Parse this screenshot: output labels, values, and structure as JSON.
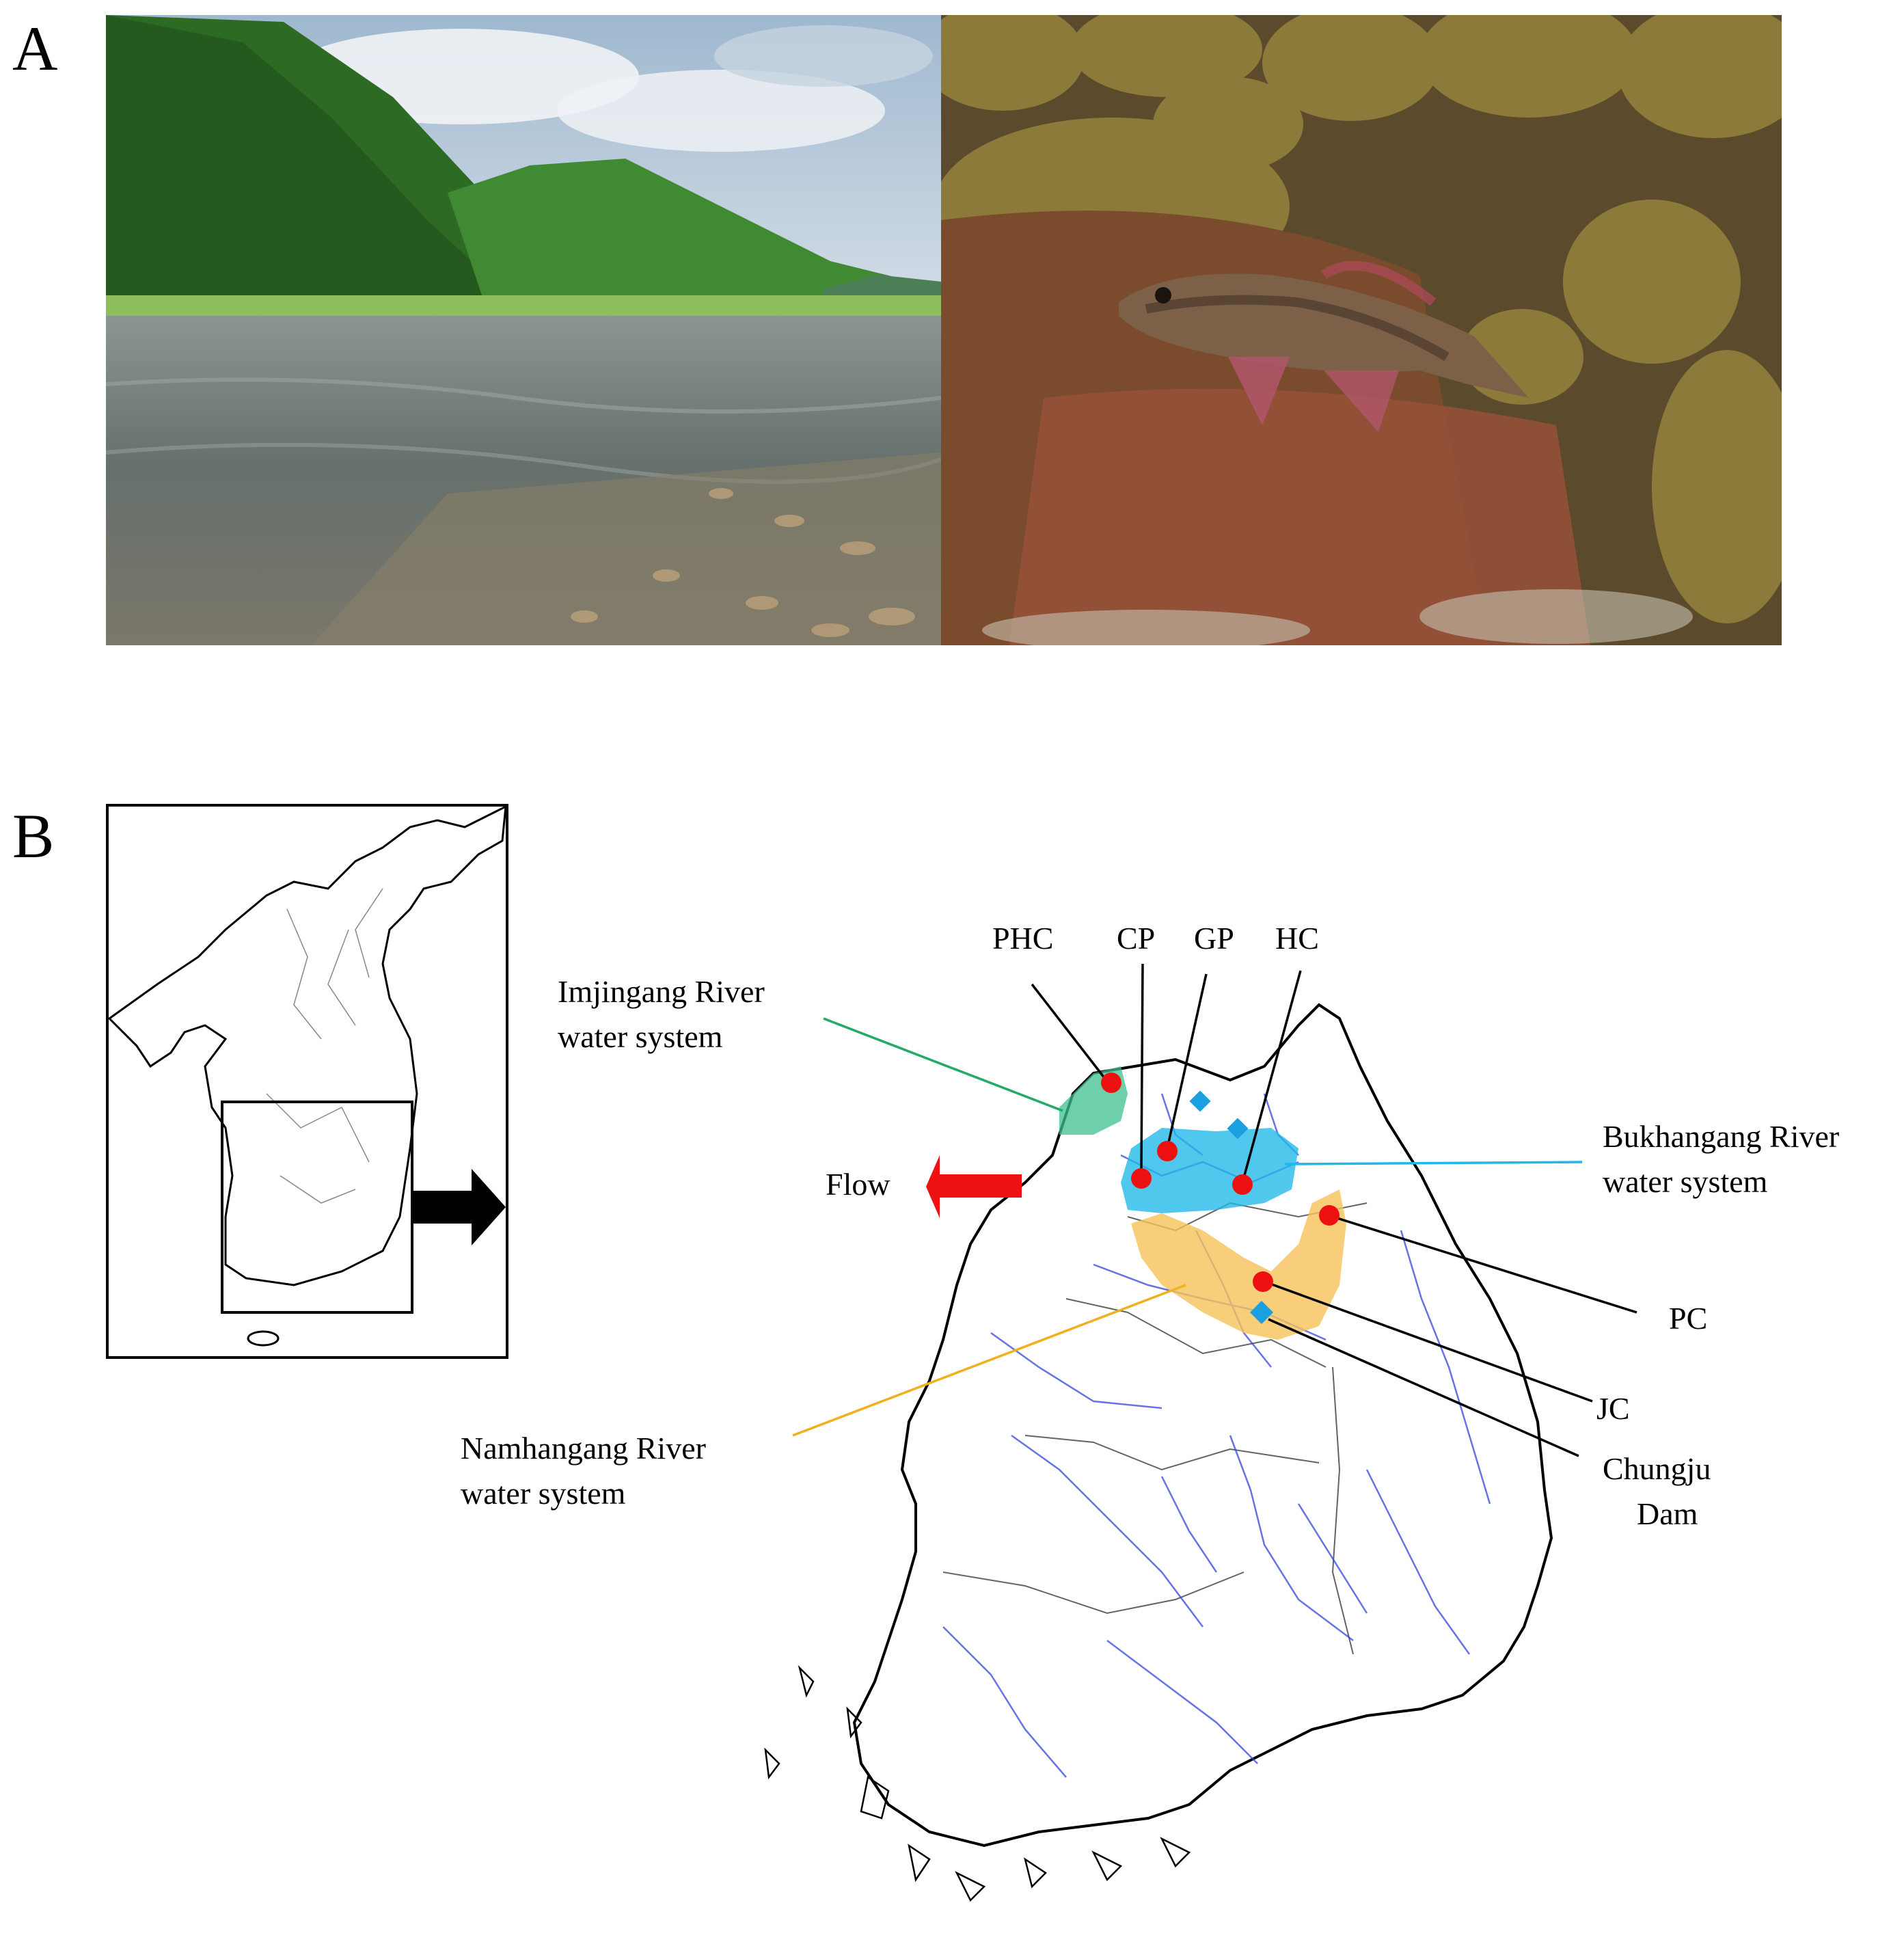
{
  "panels": {
    "a_label": "A",
    "b_label": "B"
  },
  "sites": {
    "phc": "PHC",
    "cp": "CP",
    "gp": "GP",
    "hc": "HC",
    "pc": "PC",
    "jc": "JC"
  },
  "water_systems": {
    "imjingang_line1": "Imjingang River",
    "imjingang_line2": "water system",
    "bukhangang_line1": "Bukhangang River",
    "bukhangang_line2": "water system",
    "namhangang_line1": "Namhangang River",
    "namhangang_line2": "water system"
  },
  "dam": {
    "line1": "Chungju",
    "line2": "Dam"
  },
  "flow_label": "Flow",
  "colors": {
    "imjingang": "#3cc08f",
    "bukhangang": "#1fb8e8",
    "namhangang": "#f6c25a",
    "site_marker": "#ee1111",
    "dam_marker": "#1a9fe0",
    "flow_arrow": "#ee1111",
    "rivers": "#3344dd"
  },
  "icons": {
    "flow_arrow": "flow-arrow-icon",
    "inset_arrow": "inset-arrow-icon",
    "site_marker": "site-marker-icon",
    "dam_marker": "dam-marker-icon"
  }
}
